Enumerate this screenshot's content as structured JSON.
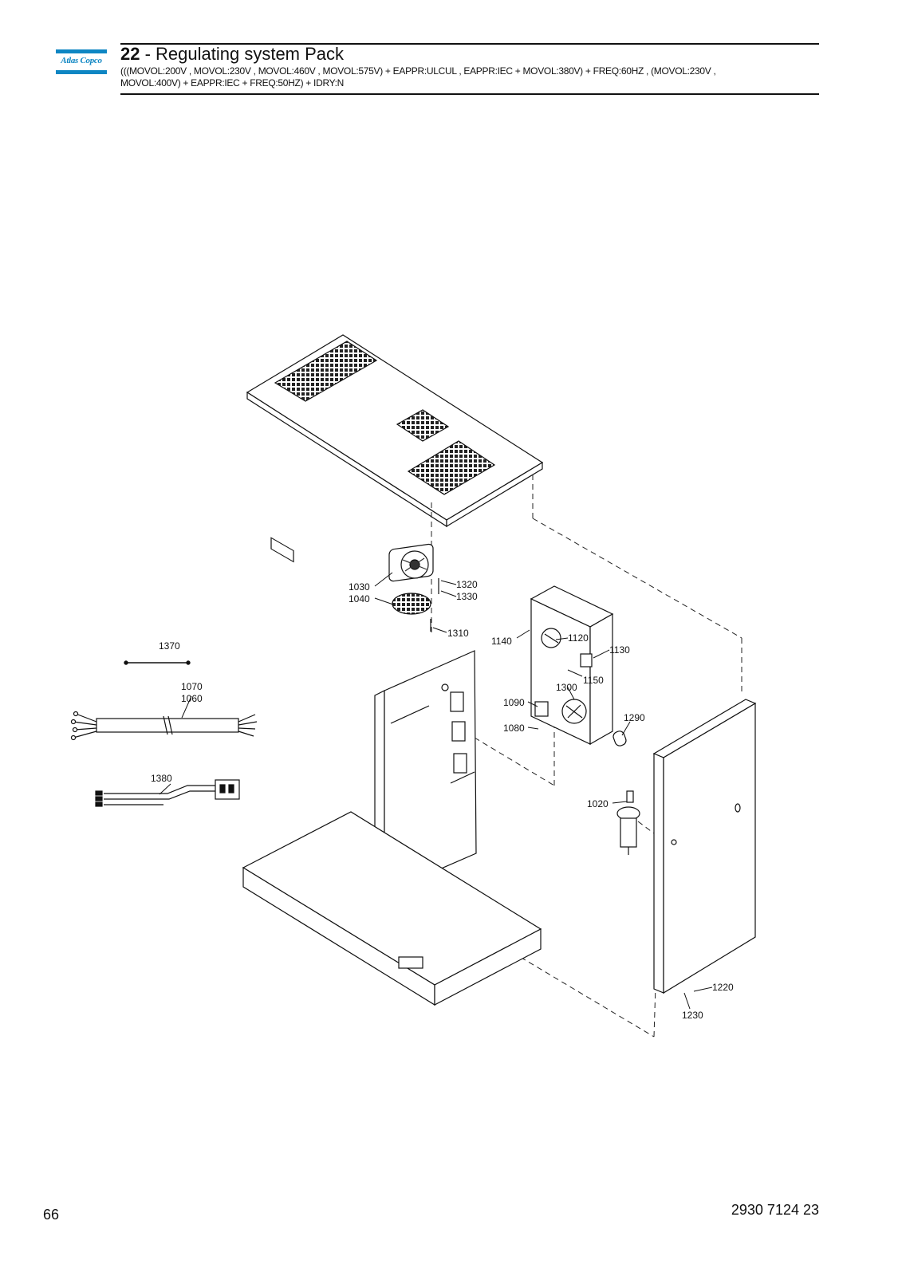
{
  "header": {
    "logo_text": "Atlas Copco",
    "section_number": "22",
    "section_title": " - Regulating system Pack",
    "condition_line1": "(((MOVOL:200V , MOVOL:230V , MOVOL:460V , MOVOL:575V) + EAPPR:ULCUL , EAPPR:IEC + MOVOL:380V) + FREQ:60HZ , (MOVOL:230V ,",
    "condition_line2": "MOVOL:400V) + EAPPR:IEC + FREQ:50HZ) + IDRY:N"
  },
  "callouts": {
    "c1030": "1030",
    "c1040": "1040",
    "c1320": "1320",
    "c1330": "1330",
    "c1310": "1310",
    "c1370": "1370",
    "c1070": "1070",
    "c1060": "1060",
    "c1380": "1380",
    "c1140": "1140",
    "c1120": "1120",
    "c1130": "1130",
    "c1150": "1150",
    "c1300": "1300",
    "c1090": "1090",
    "c1080": "1080",
    "c1290": "1290",
    "c1020": "1020",
    "c1220": "1220",
    "c1230": "1230"
  },
  "footer": {
    "page_number": "66",
    "document_number": "2930 7124 23"
  },
  "colors": {
    "brand": "#0e86c3",
    "ink": "#111111"
  }
}
